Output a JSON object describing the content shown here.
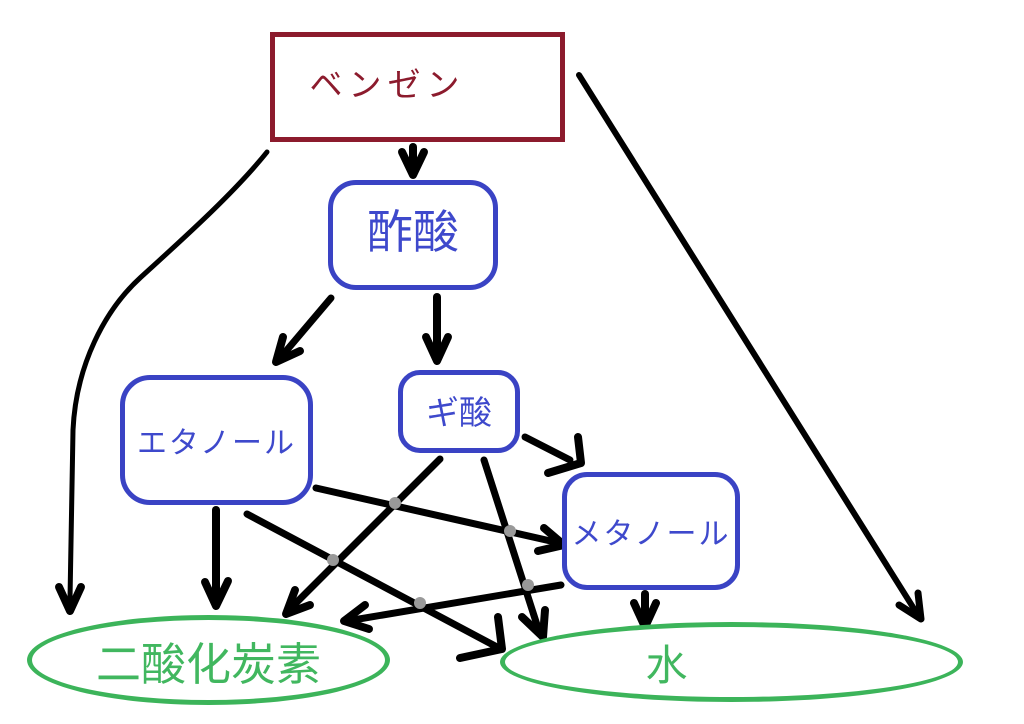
{
  "diagram": {
    "description": "Hand-drawn decomposition diagram of chemical substances",
    "colors": {
      "background": "#ffffff",
      "benzene_red": "#8c1b2d",
      "compound_blue_border": "#3a43c4",
      "compound_blue_text": "#3e49cc",
      "product_green_border": "#3cb45a",
      "product_green_text": "#41b75f",
      "arrow": "#000000",
      "crossing_marker": "#999999"
    },
    "nodes": {
      "benzene": {
        "label": "ベンゼン",
        "shape": "rectangle"
      },
      "acetic": {
        "label": "酢酸",
        "shape": "rounded-rectangle"
      },
      "ethanol": {
        "label": "エタノール",
        "shape": "rounded-rectangle"
      },
      "formic": {
        "label": "ギ酸",
        "shape": "rounded-rectangle"
      },
      "methanol": {
        "label": "メタノール",
        "shape": "rounded-rectangle"
      },
      "co2": {
        "label": "二酸化炭素",
        "shape": "ellipse"
      },
      "water": {
        "label": "水",
        "shape": "ellipse"
      }
    },
    "edges": [
      {
        "from": "benzene",
        "to": "acetic"
      },
      {
        "from": "benzene",
        "to": "co2"
      },
      {
        "from": "benzene",
        "to": "water"
      },
      {
        "from": "acetic",
        "to": "ethanol"
      },
      {
        "from": "acetic",
        "to": "formic"
      },
      {
        "from": "formic",
        "to": "methanol"
      },
      {
        "from": "formic",
        "to": "co2"
      },
      {
        "from": "formic",
        "to": "water"
      },
      {
        "from": "ethanol",
        "to": "methanol"
      },
      {
        "from": "ethanol",
        "to": "co2"
      },
      {
        "from": "ethanol",
        "to": "water"
      },
      {
        "from": "methanol",
        "to": "co2"
      },
      {
        "from": "methanol",
        "to": "water"
      }
    ]
  }
}
